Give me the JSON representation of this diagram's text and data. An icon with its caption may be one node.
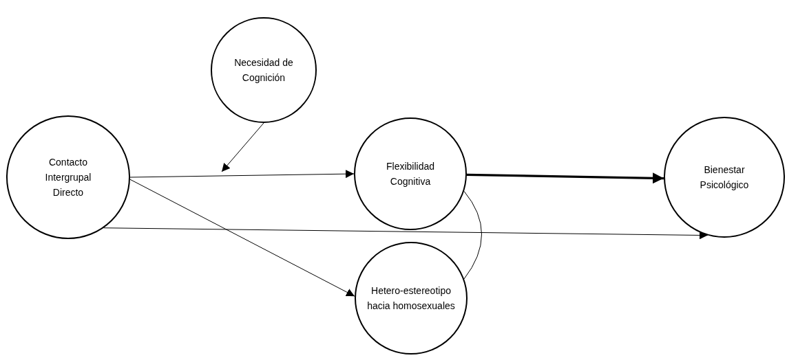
{
  "diagram": {
    "nodes": [
      {
        "text": [
          "Necesidad de Cognición"
        ]
      },
      {
        "text": [
          "Contacto Intergrupal Directo"
        ]
      },
      {
        "text": [
          "Flexibilidad Cognitiva"
        ]
      },
      {
        "text": [
          "Bienestar Psicológico"
        ]
      },
      {
        "text": [
          "Hetero-estereotipo hacia homosexuales"
        ]
      }
    ],
    "edges": [
      {
        "from": 1,
        "to": 2,
        "arrow": "to"
      },
      {
        "from": 0,
        "to": null,
        "arrow": "to"
      },
      {
        "from": 2,
        "to": 3,
        "arrow": "to",
        "style": "thick"
      },
      {
        "from": 1,
        "to": 3,
        "arrow": "to"
      },
      {
        "from": 1,
        "to": 4,
        "arrow": "to"
      },
      {
        "from": 2,
        "to": 4,
        "arrow": "none"
      }
    ]
  }
}
